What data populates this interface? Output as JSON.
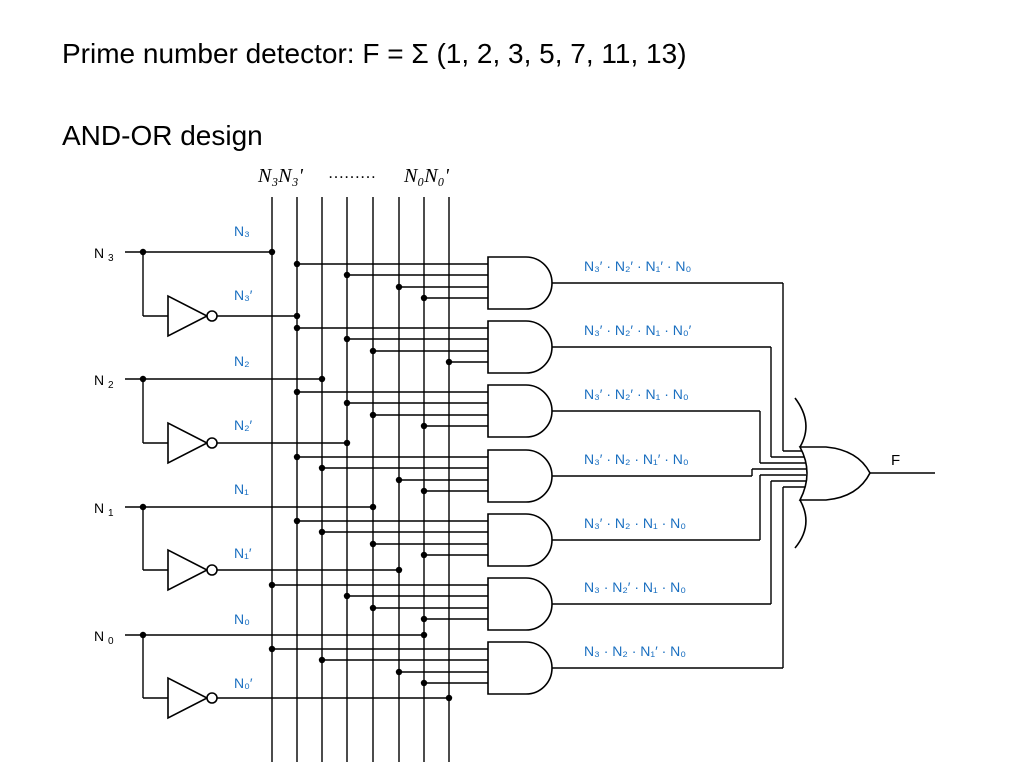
{
  "slide": {
    "title": "Prime number detector: F = Σ (1, 2, 3, 5, 7, 11, 13)",
    "subtitle": "AND-OR design"
  },
  "colors": {
    "wire": "#000000",
    "label": "#1a6fc0",
    "background": "#ffffff"
  },
  "bus_label": {
    "left": "N₃N₃'",
    "dots": "………",
    "right": "N₀N₀'"
  },
  "inputs": [
    {
      "name": "N",
      "sub": "3"
    },
    {
      "name": "N",
      "sub": "2"
    },
    {
      "name": "N",
      "sub": "1"
    },
    {
      "name": "N",
      "sub": "0"
    }
  ],
  "wire_labels": [
    {
      "text": "N₃",
      "complement": false
    },
    {
      "text": "N₃′",
      "complement": true
    },
    {
      "text": "N₂",
      "complement": false
    },
    {
      "text": "N₂′",
      "complement": true
    },
    {
      "text": "N₁",
      "complement": false
    },
    {
      "text": "N₁′",
      "complement": true
    },
    {
      "text": "N₀",
      "complement": false
    },
    {
      "text": "N₀′",
      "complement": true
    }
  ],
  "terms": [
    "N₃′ · N₂′ · N₁′ · N₀",
    "N₃′ · N₂′ · N₁ · N₀′",
    "N₃′ · N₂′ · N₁ · N₀",
    "N₃′ · N₂ · N₁′ · N₀",
    "N₃′ · N₂ · N₁ · N₀",
    "N₃ · N₂′ · N₁ · N₀",
    "N₃ · N₂ · N₁′ · N₀"
  ],
  "term_inputs": [
    [
      1,
      3,
      5,
      6
    ],
    [
      1,
      3,
      4,
      7
    ],
    [
      1,
      3,
      4,
      6
    ],
    [
      1,
      2,
      5,
      6
    ],
    [
      1,
      2,
      4,
      6
    ],
    [
      0,
      3,
      4,
      6
    ],
    [
      0,
      2,
      5,
      6
    ]
  ],
  "output": {
    "label": "F"
  }
}
